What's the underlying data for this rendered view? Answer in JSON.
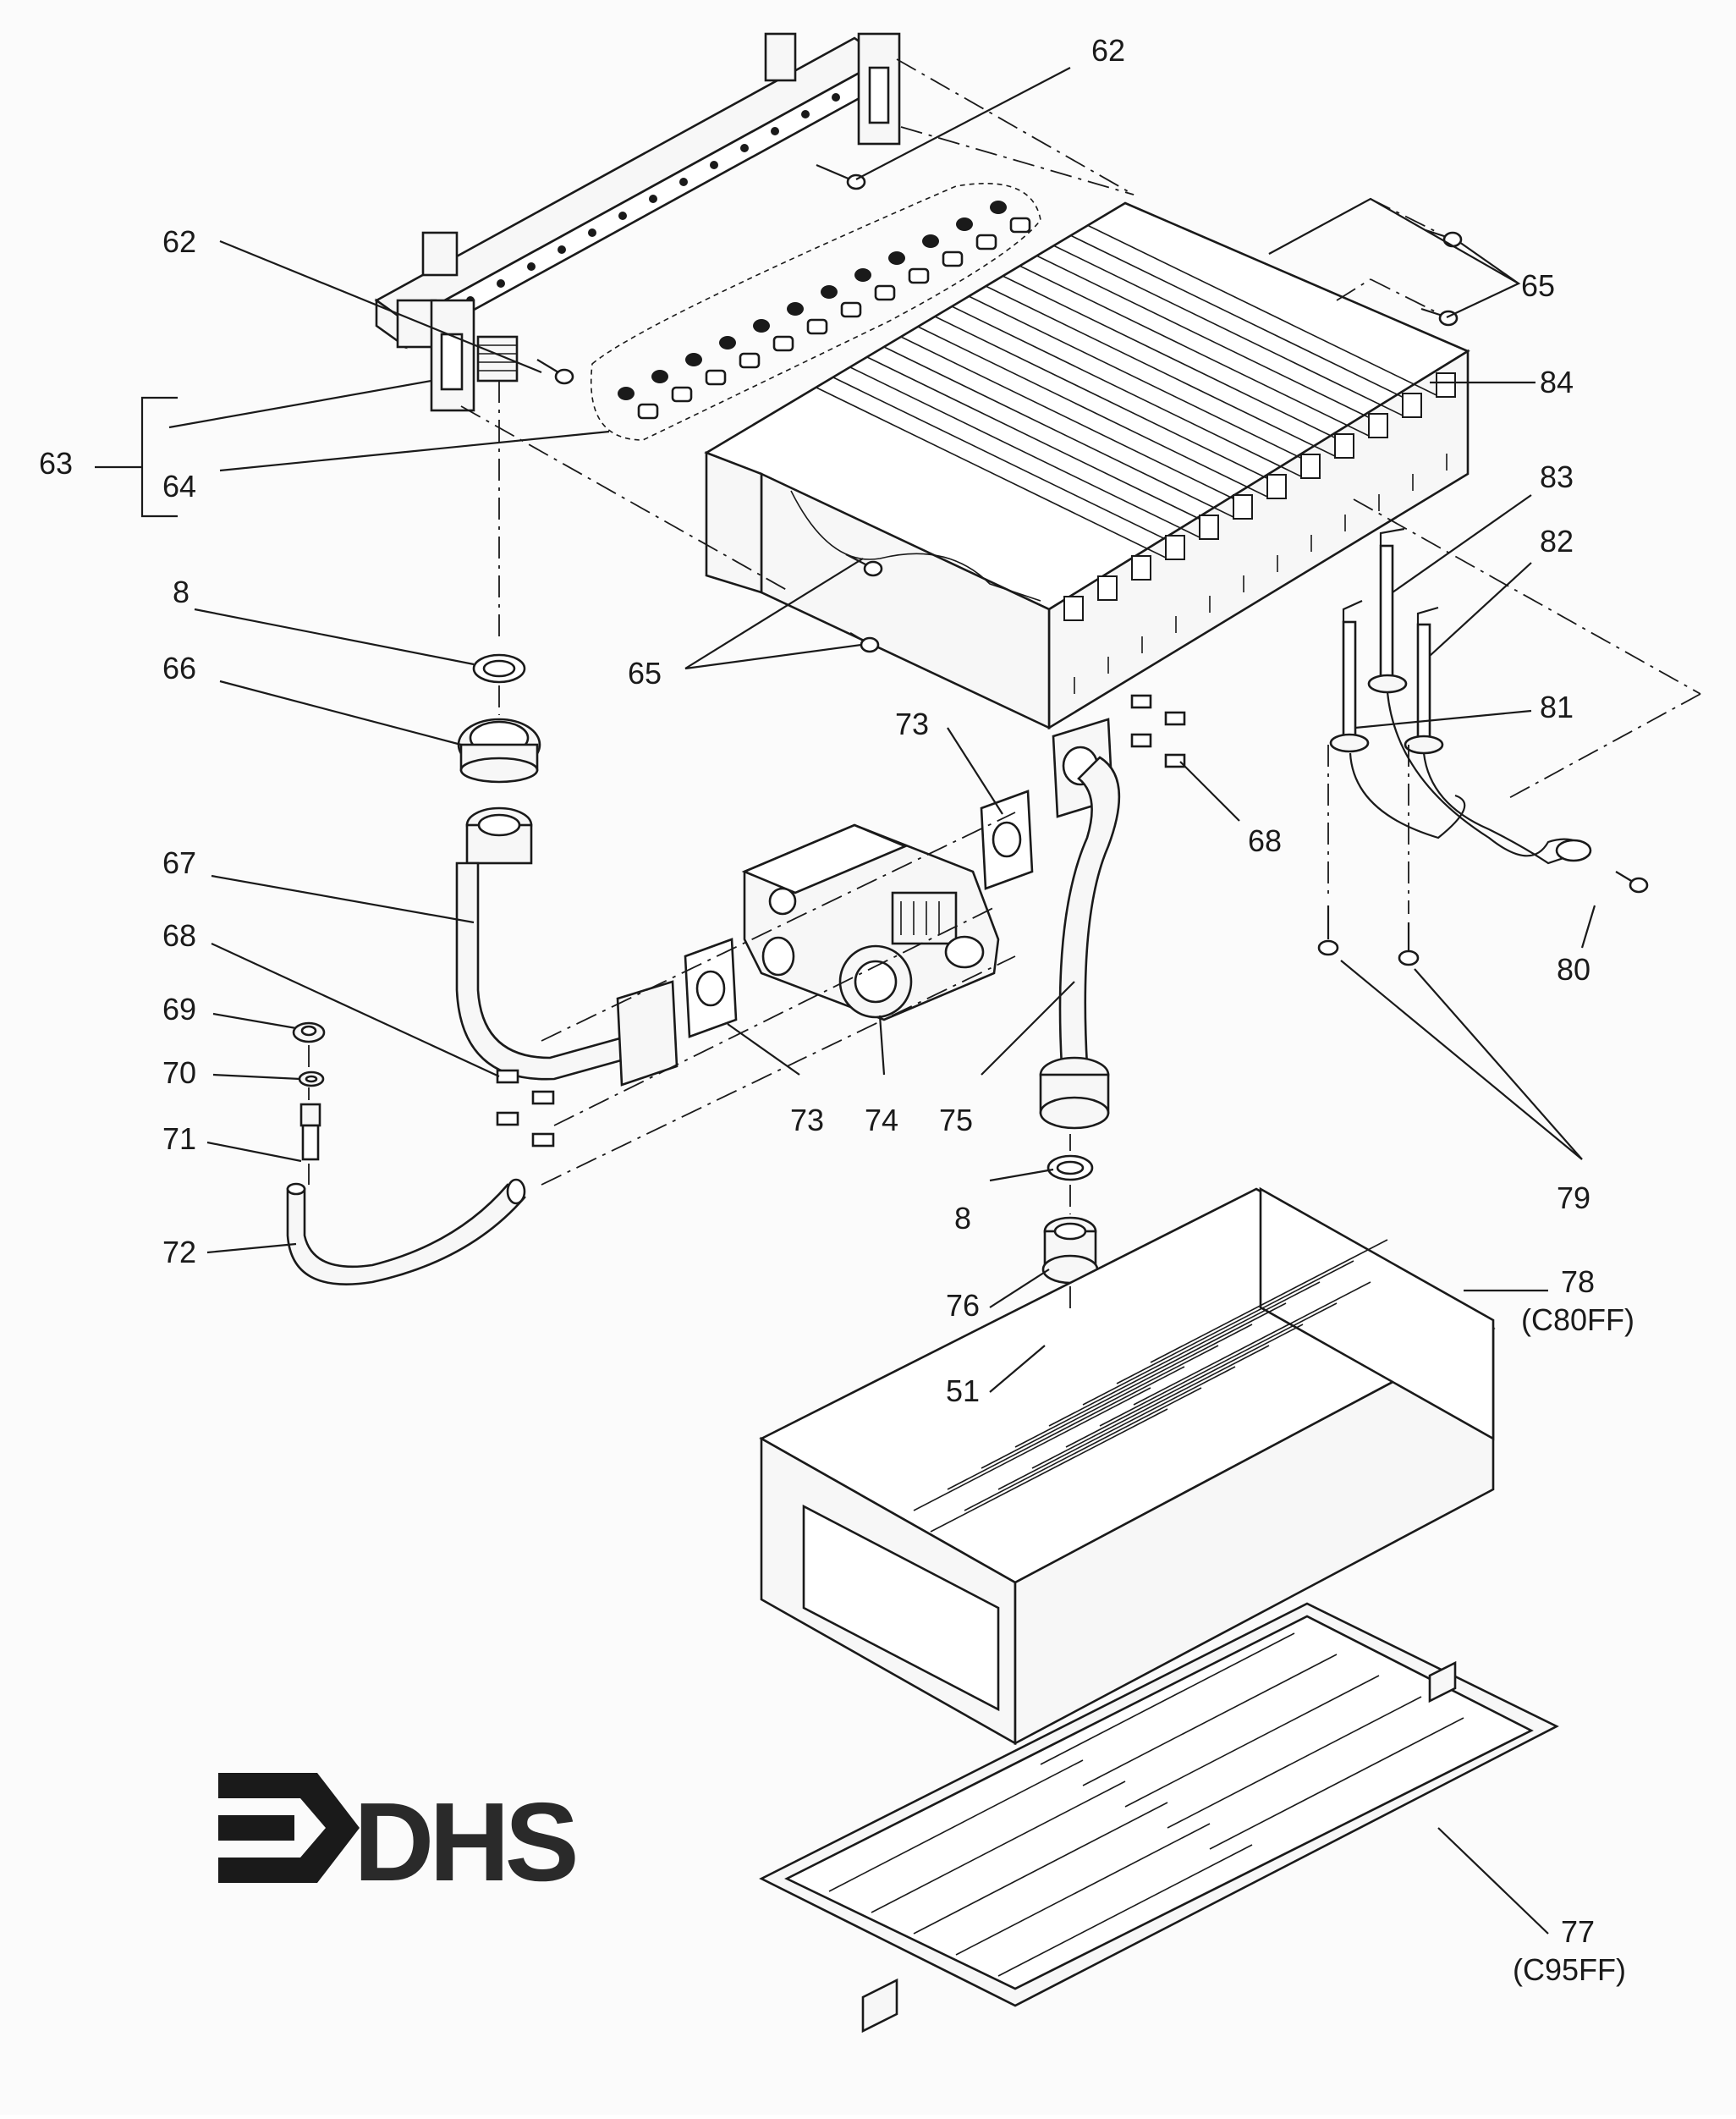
{
  "diagram": {
    "labels": {
      "l62a": "62",
      "l62b": "62",
      "l63": "63",
      "l64": "64",
      "l65a": "65",
      "l65b": "65",
      "l84": "84",
      "l83": "83",
      "l82": "82",
      "l81": "81",
      "l8a": "8",
      "l66": "66",
      "l67": "67",
      "l68a": "68",
      "l68b": "68",
      "l69": "69",
      "l70": "70",
      "l71": "71",
      "l72": "72",
      "l73a": "73",
      "l73b": "73",
      "l74": "74",
      "l75": "75",
      "l80": "80",
      "l79": "79",
      "l8b": "8",
      "l76": "76",
      "l51": "51",
      "l78": "78",
      "l78sub": "(C80FF)",
      "l77": "77",
      "l77sub": "(C95FF)"
    },
    "logo": {
      "text": "DHS"
    }
  }
}
